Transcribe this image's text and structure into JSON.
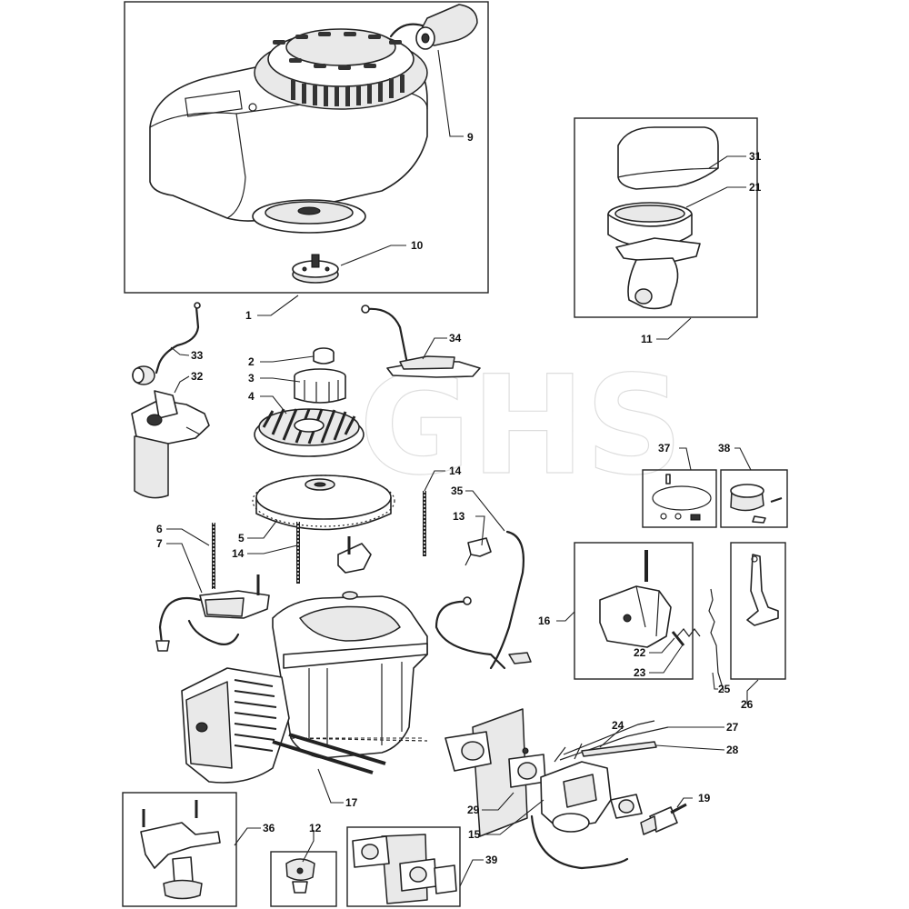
{
  "diagram": {
    "watermark": "GHS",
    "callouts": {
      "c1": "1",
      "c2": "2",
      "c3": "3",
      "c4": "4",
      "c5": "5",
      "c6": "6",
      "c7": "7",
      "c9": "9",
      "c10": "10",
      "c11": "11",
      "c12": "12",
      "c13": "13",
      "c14a": "14",
      "c14b": "14",
      "c15": "15",
      "c16": "16",
      "c17": "17",
      "c19": "19",
      "c21": "21",
      "c22": "22",
      "c23": "23",
      "c24": "24",
      "c25": "25",
      "c26": "26",
      "c27": "27",
      "c28": "28",
      "c29": "29",
      "c31": "31",
      "c32": "32",
      "c33": "33",
      "c34": "34",
      "c35": "35",
      "c36": "36",
      "c37": "37",
      "c38": "38",
      "c39": "39"
    }
  }
}
